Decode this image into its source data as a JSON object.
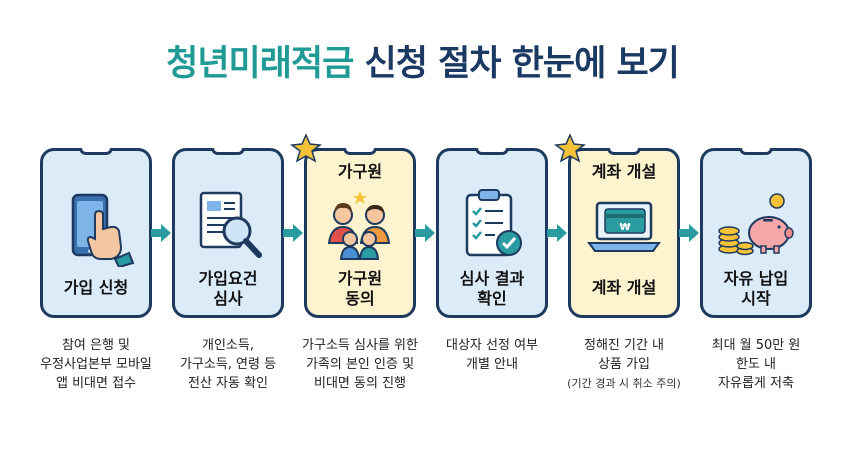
{
  "title": {
    "highlight": "청년미래적금",
    "rest": " 신청 절차 한눈에 보기"
  },
  "colors": {
    "title_accent": "#1f9a94",
    "title_dark": "#1b3a63",
    "card_blue": "#dcebf8",
    "card_yellow": "#fdf4cf",
    "border": "#1e3a5f",
    "arrow": "#2a9ba1",
    "star": "#f6c338"
  },
  "steps": [
    {
      "icon": "smartphone-hand-icon",
      "top_label": "",
      "bottom_label": "가입 신청",
      "desc": [
        "참여 은행 및",
        "우정사업본부 모바일",
        "앱 비대면 접수"
      ],
      "note": ""
    },
    {
      "icon": "document-magnifier-icon",
      "top_label": "",
      "bottom_label": "가입요건\n심사",
      "desc": [
        "개인소득,",
        "가구소득, 연령 등",
        "전산 자동 확인"
      ],
      "note": ""
    },
    {
      "icon": "family-icon",
      "top_label": "가구원",
      "bottom_label": "가구원\n동의",
      "desc": [
        "가구소득 심사를 위한",
        "가족의 본인 인증 및",
        "비대면 동의 진행"
      ],
      "note": ""
    },
    {
      "icon": "clipboard-check-icon",
      "top_label": "",
      "bottom_label": "심사 결과\n확인",
      "desc": [
        "대상자 선정 여부",
        "개별 안내"
      ],
      "note": ""
    },
    {
      "icon": "laptop-card-icon",
      "top_label": "계좌 개설",
      "bottom_label": "계좌 개설",
      "desc": [
        "정해진 기간 내",
        "상품 가입"
      ],
      "note": "(기간 경과 시 취소 주의)"
    },
    {
      "icon": "piggy-bank-coins-icon",
      "top_label": "",
      "bottom_label": "자유 납입\n시작",
      "desc": [
        "최대 월 50만 원",
        "한도 내",
        "자유롭게 저축"
      ],
      "note": ""
    }
  ]
}
